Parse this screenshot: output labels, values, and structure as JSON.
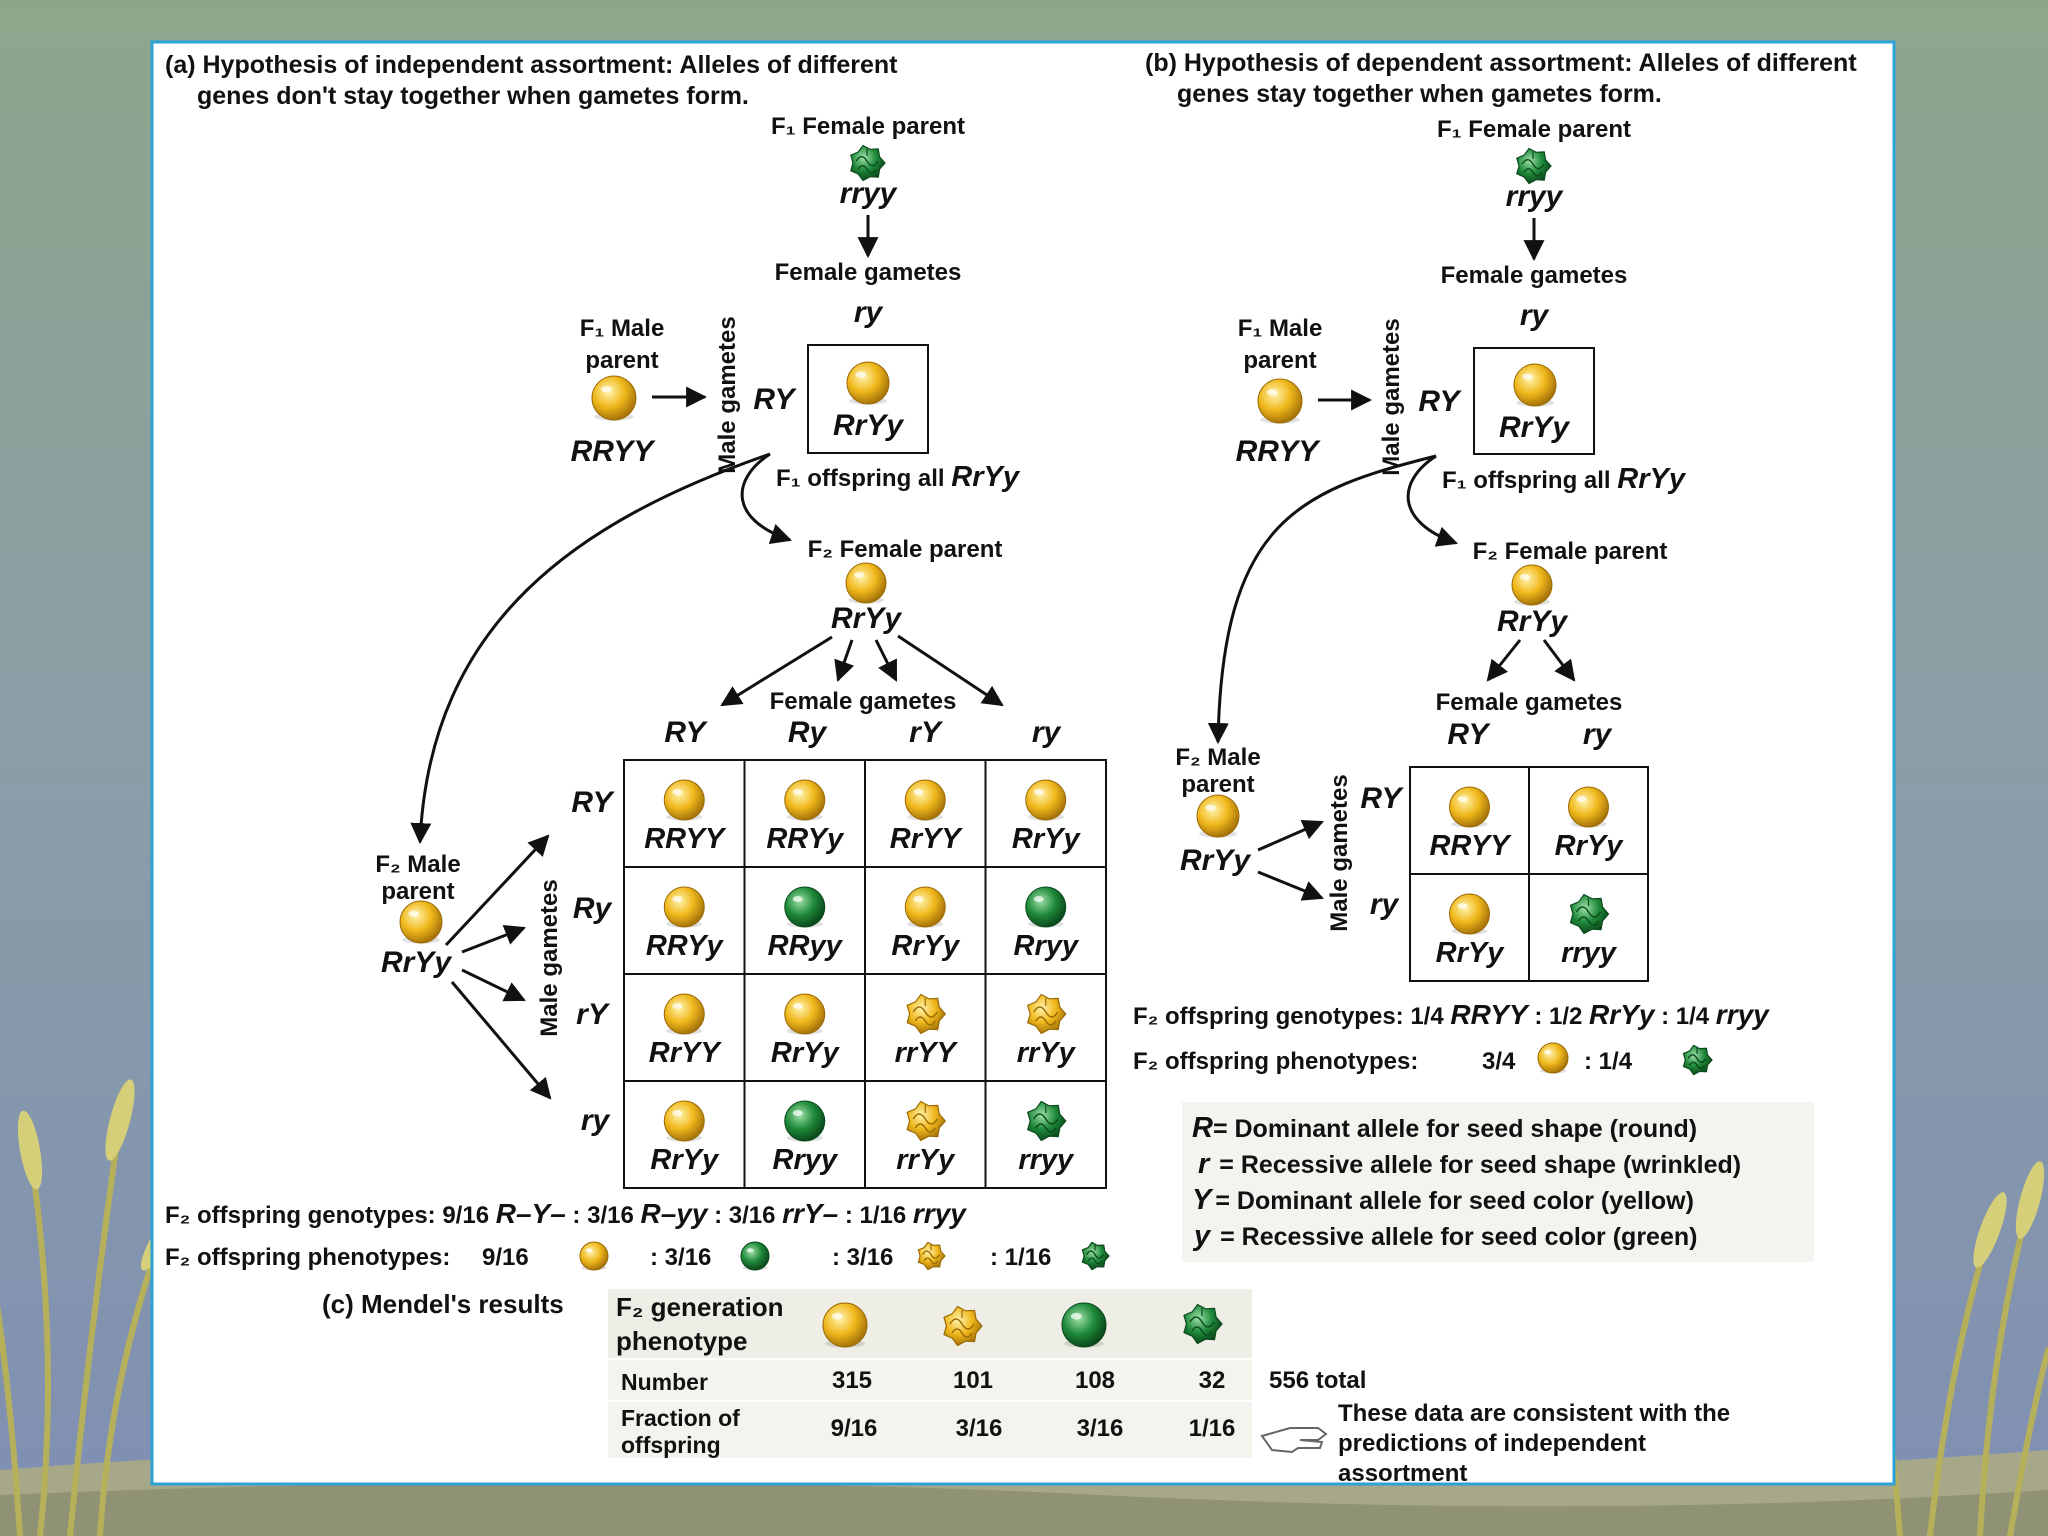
{
  "panel_a": {
    "title_line1": "(a) Hypothesis of independent assortment: Alleles of different",
    "title_line2": "genes don't stay together  when gametes form.",
    "f1_female_parent": "F₁ Female parent",
    "f1_female_genotype": "rryy",
    "female_gametes_label": "Female gametes",
    "female_gamete": "ry",
    "f1_male_parent_line1": "F₁ Male",
    "f1_male_parent_line2": "parent",
    "f1_male_genotype": "RRYY",
    "male_gametes_label": "Male gametes",
    "male_gamete": "RY",
    "f1_cell_genotype": "RrYy",
    "f1_offspring_prefix": "F₁ offspring all",
    "f1_offspring_genotype": "RrYy",
    "f2_female_parent": "F₂ Female parent",
    "f2_female_genotype": "RrYy",
    "f2_female_gametes_label": "Female gametes",
    "gametes": [
      "RY",
      "Ry",
      "rY",
      "ry"
    ],
    "f2_male_parent_line1": "F₂ Male",
    "f2_male_parent_line2": "parent",
    "f2_male_genotype": "RrYy",
    "f2_male_gametes_label": "Male gametes",
    "punnett": [
      [
        {
          "g": "RRYY",
          "p": "round-yellow"
        },
        {
          "g": "RRYy",
          "p": "round-yellow"
        },
        {
          "g": "RrYY",
          "p": "round-yellow"
        },
        {
          "g": "RrYy",
          "p": "round-yellow"
        }
      ],
      [
        {
          "g": "RRYy",
          "p": "round-yellow"
        },
        {
          "g": "RRyy",
          "p": "round-green"
        },
        {
          "g": "RrYy",
          "p": "round-yellow"
        },
        {
          "g": "Rryy",
          "p": "round-green"
        }
      ],
      [
        {
          "g": "RrYY",
          "p": "round-yellow"
        },
        {
          "g": "RrYy",
          "p": "round-yellow"
        },
        {
          "g": "rrYY",
          "p": "wrinkled-yellow"
        },
        {
          "g": "rrYy",
          "p": "wrinkled-yellow"
        }
      ],
      [
        {
          "g": "RrYy",
          "p": "round-yellow"
        },
        {
          "g": "Rryy",
          "p": "round-green"
        },
        {
          "g": "rrYy",
          "p": "wrinkled-yellow"
        },
        {
          "g": "rryy",
          "p": "wrinkled-green"
        }
      ]
    ],
    "genotypes_label": "F₂ offspring genotypes:",
    "genotype_ratios": [
      {
        "frac": "9/16",
        "geno": "R–Y–"
      },
      {
        "frac": "3/16",
        "geno": "R–yy"
      },
      {
        "frac": "3/16",
        "geno": "rrY–"
      },
      {
        "frac": "1/16",
        "geno": "rryy"
      }
    ],
    "phenotypes_label": "F₂ offspring phenotypes:",
    "phenotype_ratios": [
      {
        "frac": "9/16",
        "p": "round-yellow"
      },
      {
        "frac": "3/16",
        "p": "round-green"
      },
      {
        "frac": "3/16",
        "p": "wrinkled-yellow"
      },
      {
        "frac": "1/16",
        "p": "wrinkled-green"
      }
    ]
  },
  "panel_b": {
    "title_line1": "(b) Hypothesis of dependent assortment: Alleles of different",
    "title_line2": "genes stay together when gametes form.",
    "f1_female_parent": "F₁ Female parent",
    "f1_female_genotype": "rryy",
    "female_gametes_label": "Female gametes",
    "female_gamete": "ry",
    "f1_male_parent_line1": "F₁ Male",
    "f1_male_parent_line2": "parent",
    "f1_male_genotype": "RRYY",
    "male_gametes_label": "Male gametes",
    "male_gamete": "RY",
    "f1_cell_genotype": "RrYy",
    "f1_offspring_prefix": "F₁ offspring all",
    "f1_offspring_genotype": "RrYy",
    "f2_female_parent": "F₂ Female parent",
    "f2_female_genotype": "RrYy",
    "f2_female_gametes_label": "Female gametes",
    "gametes": [
      "RY",
      "ry"
    ],
    "f2_male_parent_line1": "F₂ Male",
    "f2_male_parent_line2": "parent",
    "f2_male_genotype": "RrYy",
    "f2_male_gametes_label": "Male gametes",
    "punnett": [
      [
        {
          "g": "RRYY",
          "p": "round-yellow"
        },
        {
          "g": "RrYy",
          "p": "round-yellow"
        }
      ],
      [
        {
          "g": "RrYy",
          "p": "round-yellow"
        },
        {
          "g": "rryy",
          "p": "wrinkled-green"
        }
      ]
    ],
    "genotypes_label": "F₂ offspring genotypes:",
    "genotype_ratios": [
      {
        "frac": "1/4",
        "geno": "RRYY"
      },
      {
        "frac": "1/2",
        "geno": "RrYy"
      },
      {
        "frac": "1/4",
        "geno": "rryy"
      }
    ],
    "phenotypes_label": "F₂ offspring phenotypes:",
    "phenotype_ratios": [
      {
        "frac": "3/4",
        "p": "round-yellow"
      },
      {
        "frac": "1/4",
        "p": "wrinkled-green"
      }
    ]
  },
  "legend": [
    {
      "sym": "R",
      "text": "= Dominant allele for seed shape (round)"
    },
    {
      "sym": "r",
      "text": "= Recessive allele for seed shape (wrinkled)"
    },
    {
      "sym": "Y",
      "text": "= Dominant allele for seed color (yellow)"
    },
    {
      "sym": "y",
      "text": "= Recessive allele for seed color (green)"
    }
  ],
  "panel_c": {
    "title": "(c) Mendel's results",
    "header_line1": "F₂ generation",
    "header_line2": "phenotype",
    "phenotypes": [
      "round-yellow",
      "wrinkled-yellow",
      "round-green",
      "wrinkled-green"
    ],
    "number_label": "Number",
    "numbers": [
      "315",
      "101",
      "108",
      "32"
    ],
    "total": "556 total",
    "fraction_label_line1": "Fraction of",
    "fraction_label_line2": "offspring",
    "fractions": [
      "9/16",
      "3/16",
      "3/16",
      "1/16"
    ],
    "note_lines": [
      "These data are consistent with the",
      "predictions of independent",
      "assortment"
    ]
  },
  "colors": {
    "yellow_seed": "#f0b81c",
    "green_seed": "#1f8a3a",
    "panel_border": "#2ba3d6",
    "table_bg": "#eeeee6"
  }
}
